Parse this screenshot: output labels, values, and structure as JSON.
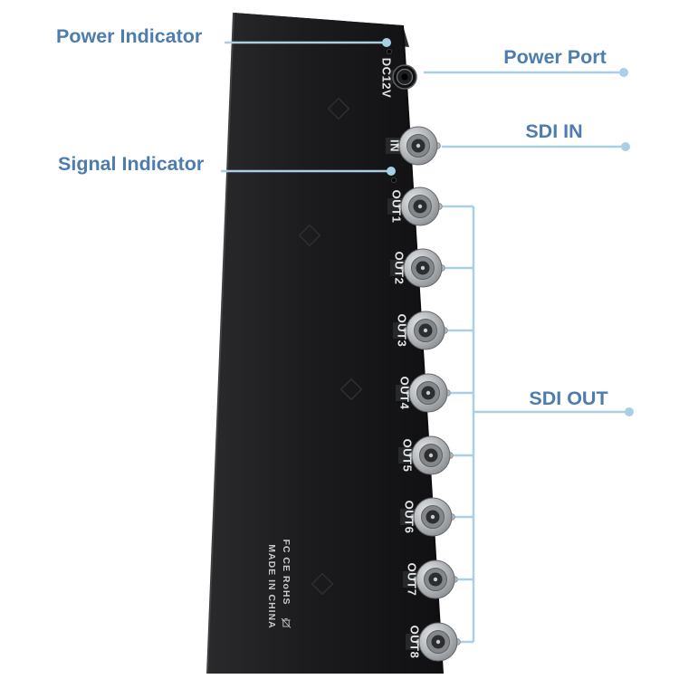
{
  "callouts": {
    "power_indicator": "Power Indicator",
    "power_port": "Power Port",
    "signal_indicator": "Signal Indicator",
    "sdi_in": "SDI IN",
    "sdi_out": "SDI OUT"
  },
  "device": {
    "power_jack_label": "DC12V",
    "input_label": "IN",
    "outputs": [
      "OUT1",
      "OUT2",
      "OUT3",
      "OUT4",
      "OUT5",
      "OUT6",
      "OUT7",
      "OUT8"
    ],
    "marks": {
      "certifications": "FC CE RoHS",
      "origin": "MADE IN CHINA"
    }
  },
  "colors": {
    "background": "#ffffff",
    "callout_text": "#4d7dae",
    "callout_line": "#a9cfe4",
    "device_body": "#1b1b1d",
    "connector_metal": "#b4b7ba"
  }
}
